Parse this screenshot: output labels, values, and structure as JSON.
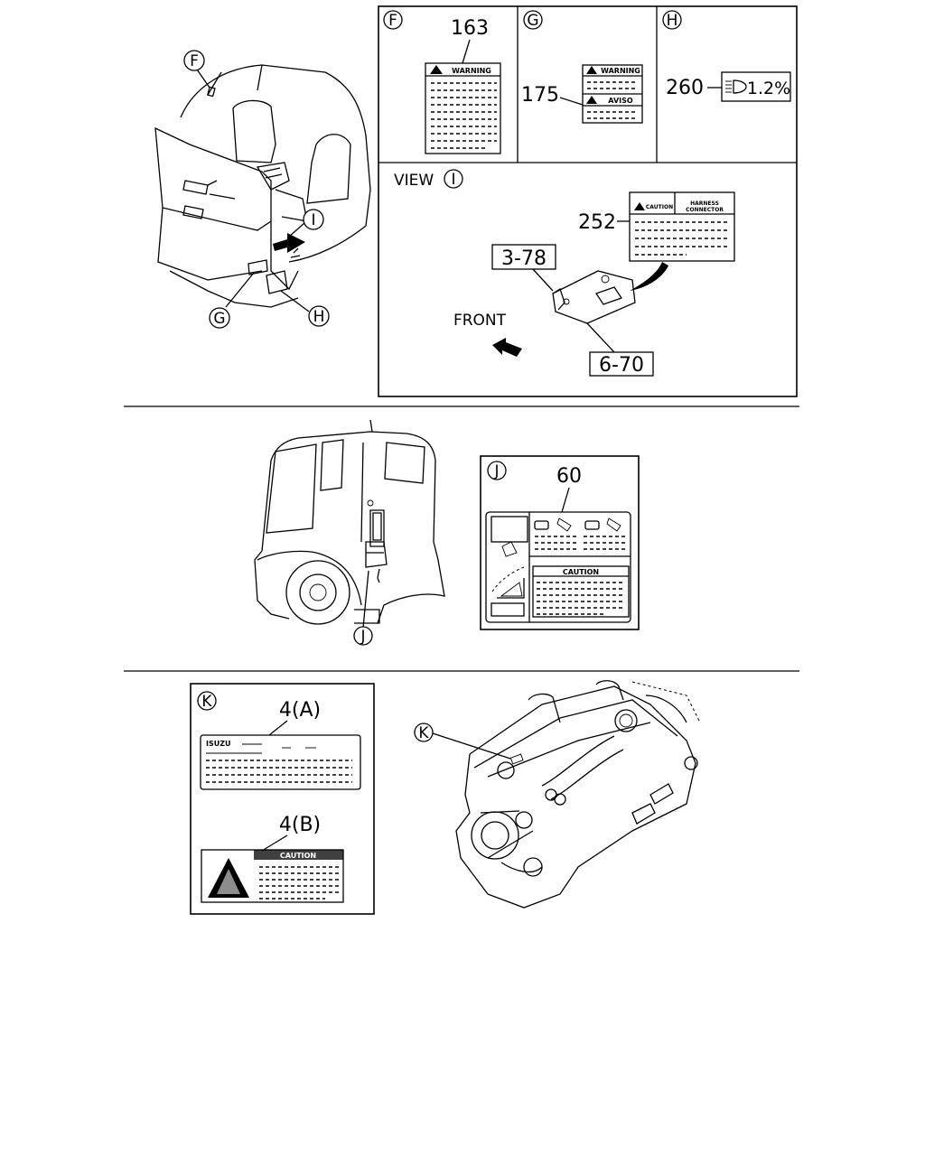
{
  "callouts": {
    "F": "F",
    "G": "G",
    "H": "H",
    "I": "I",
    "J": "J",
    "K": "K"
  },
  "panel_f": {
    "letter": "F",
    "part": "163",
    "label_text": "WARNING"
  },
  "panel_g": {
    "letter": "G",
    "part": "175",
    "label_top": "WARNING",
    "label_bottom": "AVISO"
  },
  "panel_h": {
    "letter": "H",
    "part": "260",
    "label_text": "1.2%"
  },
  "view_i": {
    "title": "VIEW",
    "letter": "I",
    "part_label": "252",
    "caution_text": "CAUTION",
    "harness_text_1": "HARNESS",
    "harness_text_2": "CONNECTOR",
    "part_bracket": "3-78",
    "part_bottom": "6-70",
    "front": "FRONT"
  },
  "panel_j": {
    "letter": "J",
    "part": "60",
    "caution_text": "CAUTION"
  },
  "panel_k": {
    "letter": "K",
    "part_a": "4(A)",
    "part_b": "4(B)",
    "brand": "ISUZU",
    "caution_text": "CAUTION"
  }
}
